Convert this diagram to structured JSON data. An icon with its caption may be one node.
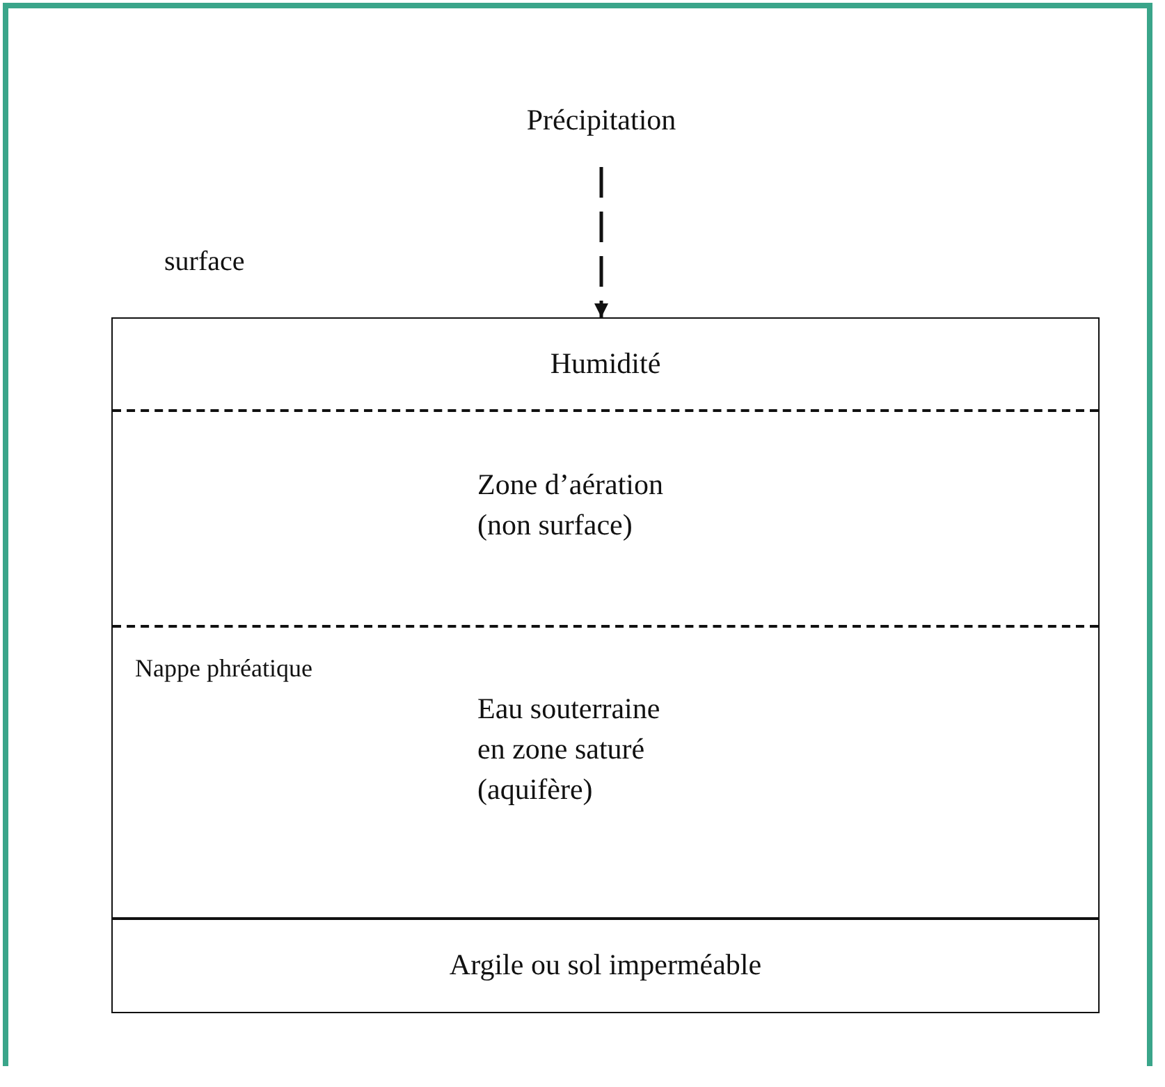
{
  "diagram": {
    "nodes": [
      {
        "text": [
          "Précipitation"
        ]
      },
      {
        "text": [],
        "shape": "box"
      },
      {
        "text": [
          "Humidité"
        ],
        "in": 1
      },
      {
        "text": [
          "Zone d’aération (non surface)"
        ],
        "in": 1
      },
      {
        "text": [
          "Eau souterraine en zone saturé (aquifère)"
        ],
        "in": 1
      },
      {
        "text": [
          "Argile ou sol imperméable"
        ],
        "in": 1
      }
    ],
    "edges": [
      {
        "from": 0,
        "to": 2,
        "arrow": "to",
        "style": "dashed"
      }
    ],
    "labels": [
      "surface",
      "Nappe phréatique"
    ]
  }
}
